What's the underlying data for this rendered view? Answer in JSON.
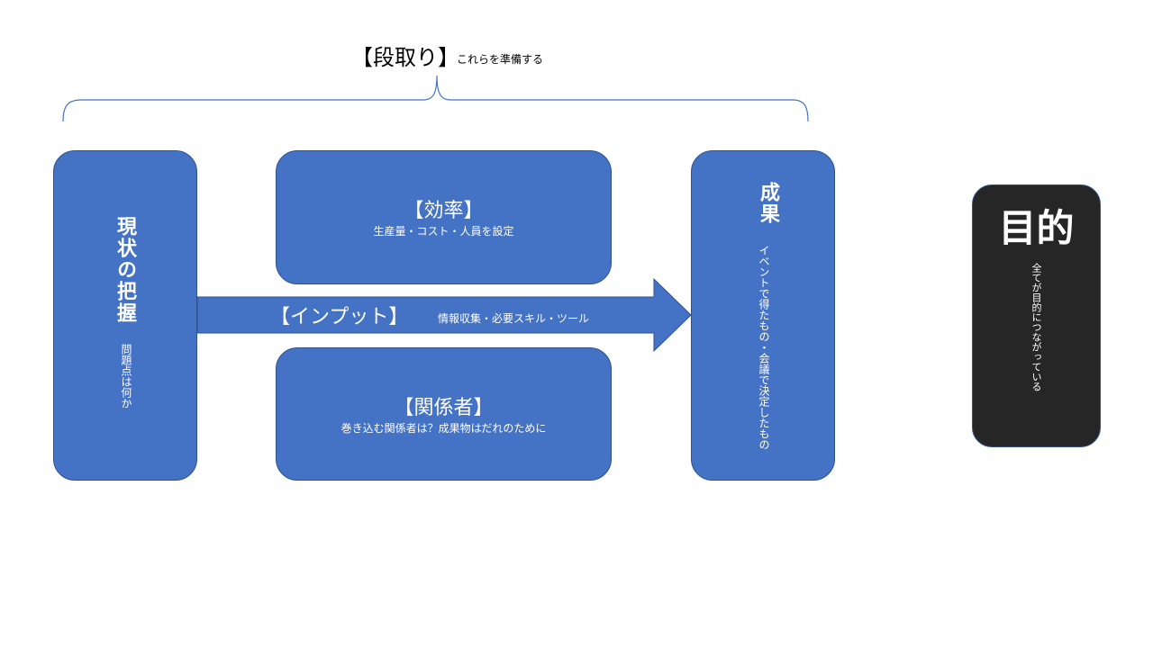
{
  "header": {
    "title": "【段取り】",
    "subtitle": "これらを準備する"
  },
  "boxes": {
    "current": {
      "title": "現状の把握",
      "sub": "問題点は何か"
    },
    "efficiency": {
      "title": "【効率】",
      "sub": "生産量・コスト・人員を設定"
    },
    "stakeholders": {
      "title": "【関係者】",
      "sub": "巻き込む関係者は？成果物はだれのために"
    },
    "result": {
      "title": "成果",
      "sub": "イベントで得たもの・会議で決定したもの"
    },
    "purpose": {
      "title": "目的",
      "sub": "全てが目的につながっている"
    }
  },
  "arrow": {
    "title": "【インプット】",
    "sub": "情報収集・必要スキル・ツール"
  },
  "colors": {
    "box_fill": "#4472c4",
    "box_border": "#2f528f",
    "purpose_fill": "#262626"
  }
}
